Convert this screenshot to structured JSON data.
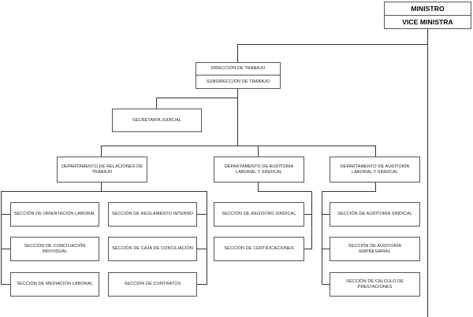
{
  "header": {
    "minister": "MINISTRO",
    "vice_minister": "VICE MINISTRA"
  },
  "direccion": {
    "title": "DIRECCIÓN DE TRABAJO",
    "sub": "SUBDIRECCIÓN DE TRABAJO"
  },
  "secretaria": "SECRETARÍA JUDICIAL",
  "departments": [
    {
      "title": "DEPARTAMENTO DE RELACIONES DE TRABAJO",
      "sections_left": [
        "SECCIÓN DE ORIENTACIÓN LABORAL",
        "SECCIÓN DE CONCILIACIÓN INDIVIDUAL",
        "SECCIÓN DE MEDIACIÓN LABORAL"
      ],
      "sections_right": [
        "SECCIÓN DE REGLAMENTO INTERNO",
        "SECCIÓN DE CAJA DE CONCILIACIÓN",
        "SECCIÓN DE CONTRATOS"
      ]
    },
    {
      "title": "DEPARTAMENTO DE AUDITORÍA LABORAL Y SINDICAL",
      "sections": [
        "SECCIÓN DE REGISTRO SINDICAL",
        "SECCIÓN DE CERTIFICACIONES"
      ]
    },
    {
      "title": "DEPARTAMENTO DE AUDITORÍA LABORAL Y SINDICAL",
      "sections": [
        "SECCIÓN DE AUDITORÍA SINDICAL",
        "SECCIÓN DE AUDITORÍA EMPRESARIAL",
        "SECCIÓN DE CÁLCULO DE PRESTACIONES"
      ]
    }
  ]
}
